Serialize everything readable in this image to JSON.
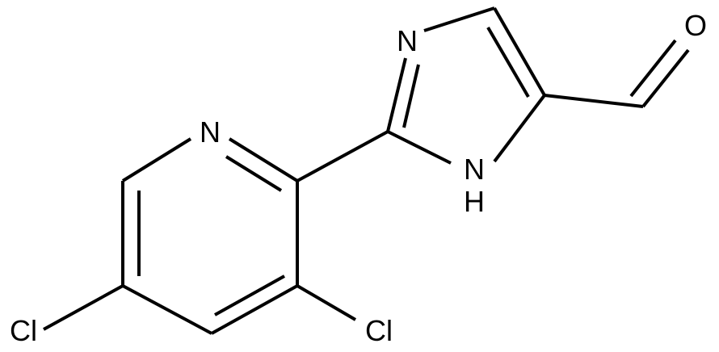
{
  "atoms": {
    "pyridine_n": "N",
    "imidazole_n3": "N",
    "imidazole_nh_n": "N",
    "imidazole_nh_h": "H",
    "aldehyde_o": "O",
    "chloro_left": "Cl",
    "chloro_right": "Cl"
  },
  "colors": {
    "bond": "#000000",
    "label": "#000000",
    "background": "#ffffff"
  }
}
